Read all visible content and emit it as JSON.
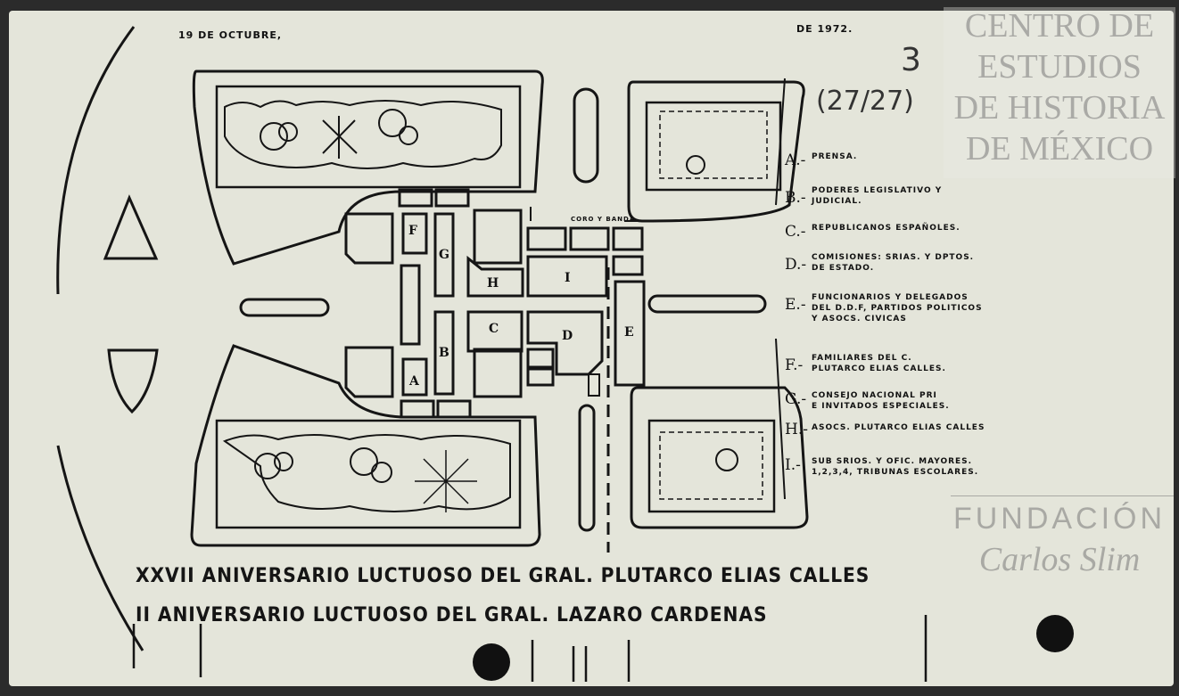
{
  "header": {
    "date_left": "19 DE OCTUBRE,",
    "date_right": "DE 1972."
  },
  "plan": {
    "stage_label": "CORO Y BANDA",
    "blocks": [
      "A",
      "B",
      "C",
      "D",
      "E",
      "F",
      "G",
      "H",
      "I"
    ]
  },
  "legend": [
    {
      "key": "A.-",
      "text": "PRENSA."
    },
    {
      "key": "B.-",
      "text": "PODERES LEGISLATIVO Y\nJUDICIAL."
    },
    {
      "key": "C.-",
      "text": "REPUBLICANOS ESPAÑOLES."
    },
    {
      "key": "D.-",
      "text": "COMISIONES: SRIAS. Y DPTOS.\nDE ESTADO."
    },
    {
      "key": "E.-",
      "text": "FUNCIONARIOS Y DELEGADOS\nDEL D.D.F, PARTIDOS POLITICOS\nY ASOCS. CIVICAS"
    },
    {
      "key": "F.-",
      "text": "FAMILIARES DEL C.\nPLUTARCO ELIAS CALLES."
    },
    {
      "key": "G.-",
      "text": "CONSEJO NACIONAL PRI\nE INVITADOS ESPECIALES."
    },
    {
      "key": "H.-",
      "text": "ASOCS. PLUTARCO ELIAS CALLES"
    },
    {
      "key": "I.-",
      "text": "SUB SRIOS. Y OFIC. MAYORES.\n1,2,3,4, TRIBUNAS ESCOLARES."
    }
  ],
  "title_lines": [
    "XXVII ANIVERSARIO LUCTUOSO DEL GRAL. PLUTARCO ELIAS CALLES",
    "II ANIVERSARIO LUCTUOSO DEL GRAL. LAZARO CARDENAS"
  ],
  "annotation": {
    "number": "3",
    "fraction": "(27/27)"
  },
  "watermark": {
    "line1": "CENTRO DE",
    "line2": "ESTUDIOS",
    "line3": "DE HISTORIA",
    "line4": "DE MÉXICO",
    "line5": "FUNDACIÓN",
    "line6": "Carlos Slim"
  }
}
